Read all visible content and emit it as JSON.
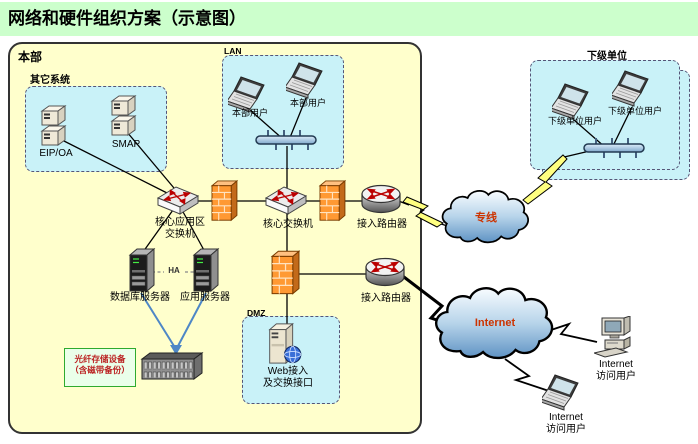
{
  "title": "网络和硬件组织方案（示意图）",
  "hq": {
    "label": "本部",
    "other_systems": {
      "label": "其它系统",
      "servers": [
        "EIP/OA",
        "SMAP"
      ]
    },
    "lan": {
      "label": "LAN",
      "users": [
        "本部用户",
        "本部用户"
      ]
    },
    "core_app_switch": {
      "line1": "核心应用区",
      "line2": "交换机"
    },
    "core_switch": "核心交换机",
    "routers": [
      "接入路由器",
      "接入路由器"
    ],
    "db_server": "数据库服务器",
    "app_server": "应用服务器",
    "ha_link": "HA",
    "storage_note": {
      "line1": "光纤存储设备",
      "line2": "（含磁带备份）"
    },
    "dmz": {
      "label": "DMZ",
      "server_line1": "Web接入",
      "server_line2": "及交换接口"
    }
  },
  "branch": {
    "label": "下级单位",
    "users": [
      "下级单位用户",
      "下级单位用户"
    ]
  },
  "clouds": {
    "leased_line": "专线",
    "internet": "Internet"
  },
  "external_users": {
    "desktop": {
      "line1": "Internet",
      "line2": "访问用户"
    },
    "laptop": {
      "line1": "Internet",
      "line2": "访问用户"
    }
  },
  "colors": {
    "header_bg": "#ccffcc",
    "hq_fill": "#ffffcc",
    "zone_fill": "#c9f2f8",
    "firewall_orange": "#ff9933",
    "cloud_label_red": "#cc3300",
    "storage_note_red": "#bb2222",
    "storage_note_green": "#2eaa2e",
    "ha_blue_line": "#4e87c6"
  }
}
